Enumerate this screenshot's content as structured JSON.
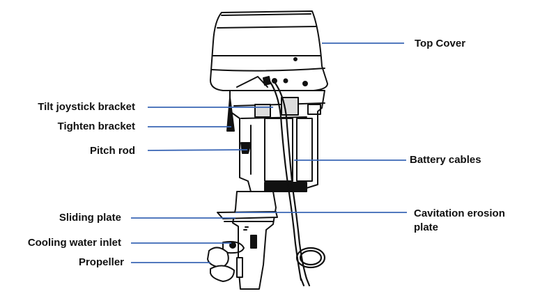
{
  "diagram": {
    "colors": {
      "line": "#3a66b5",
      "ink": "#111111",
      "background": "#ffffff"
    },
    "labels": {
      "top_cover": "Top Cover",
      "tilt_joystick_bracket": "Tilt joystick bracket",
      "tighten_bracket": "Tighten bracket",
      "pitch_rod": "Pitch rod",
      "battery_cables": "Battery cables",
      "sliding_plate": "Sliding plate",
      "cavitation_erosion_plate": "Cavitation erosion plate",
      "cooling_water_inlet": "Cooling water inlet",
      "propeller": "Propeller"
    }
  }
}
